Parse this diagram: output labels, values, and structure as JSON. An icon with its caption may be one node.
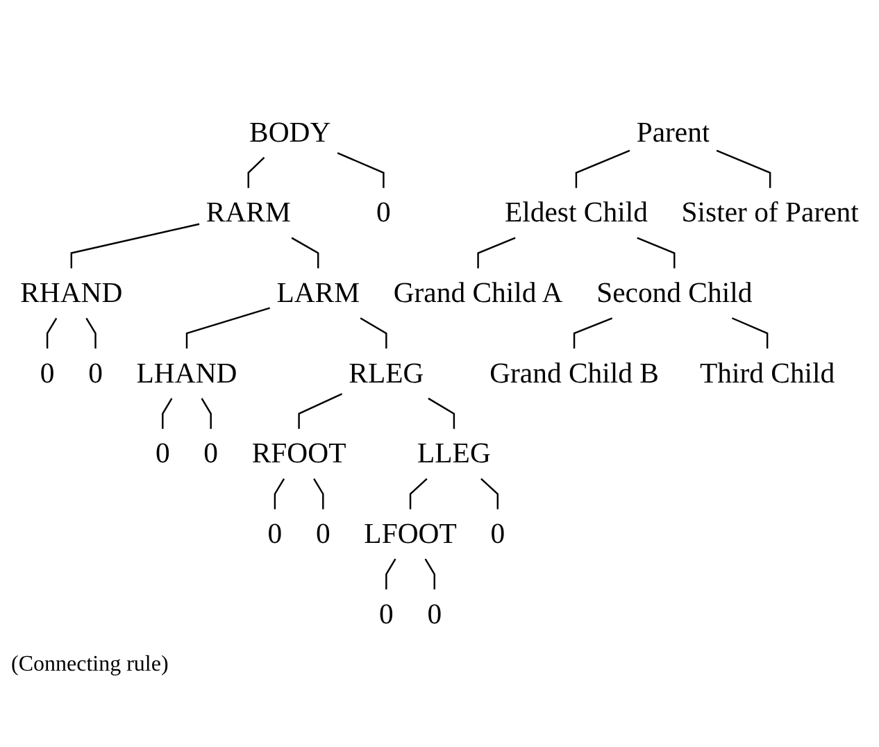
{
  "diagram": {
    "nodes": [
      {
        "text": [
          "BODY"
        ]
      },
      {
        "text": [
          "RARM"
        ]
      },
      {
        "text": [
          "0"
        ]
      },
      {
        "text": [
          "RHAND"
        ]
      },
      {
        "text": [
          "LARM"
        ]
      },
      {
        "text": [
          "0"
        ]
      },
      {
        "text": [
          "0"
        ]
      },
      {
        "text": [
          "LHAND"
        ]
      },
      {
        "text": [
          "RLEG"
        ]
      },
      {
        "text": [
          "0"
        ]
      },
      {
        "text": [
          "0"
        ]
      },
      {
        "text": [
          "RFOOT"
        ]
      },
      {
        "text": [
          "LLEG"
        ]
      },
      {
        "text": [
          "0"
        ]
      },
      {
        "text": [
          "0"
        ]
      },
      {
        "text": [
          "LFOOT"
        ]
      },
      {
        "text": [
          "0"
        ]
      },
      {
        "text": [
          "0"
        ]
      },
      {
        "text": [
          "0"
        ]
      },
      {
        "text": [
          "Parent"
        ]
      },
      {
        "text": [
          "Eldest Child"
        ]
      },
      {
        "text": [
          "Sister of Parent"
        ]
      },
      {
        "text": [
          "Grand Child A"
        ]
      },
      {
        "text": [
          "Second Child"
        ]
      },
      {
        "text": [
          "Grand Child B"
        ]
      },
      {
        "text": [
          "Third Child"
        ]
      }
    ],
    "edges": [
      {
        "from": 0,
        "to": 1,
        "arrow": "none"
      },
      {
        "from": 0,
        "to": 2,
        "arrow": "none"
      },
      {
        "from": 1,
        "to": 3,
        "arrow": "none"
      },
      {
        "from": 1,
        "to": 4,
        "arrow": "none"
      },
      {
        "from": 3,
        "to": 5,
        "arrow": "none"
      },
      {
        "from": 3,
        "to": 6,
        "arrow": "none"
      },
      {
        "from": 4,
        "to": 7,
        "arrow": "none"
      },
      {
        "from": 4,
        "to": 8,
        "arrow": "none"
      },
      {
        "from": 7,
        "to": 9,
        "arrow": "none"
      },
      {
        "from": 7,
        "to": 10,
        "arrow": "none"
      },
      {
        "from": 8,
        "to": 11,
        "arrow": "none"
      },
      {
        "from": 8,
        "to": 12,
        "arrow": "none"
      },
      {
        "from": 11,
        "to": 13,
        "arrow": "none"
      },
      {
        "from": 11,
        "to": 14,
        "arrow": "none"
      },
      {
        "from": 12,
        "to": 15,
        "arrow": "none"
      },
      {
        "from": 12,
        "to": 16,
        "arrow": "none"
      },
      {
        "from": 15,
        "to": 17,
        "arrow": "none"
      },
      {
        "from": 15,
        "to": 18,
        "arrow": "none"
      },
      {
        "from": 19,
        "to": 20,
        "arrow": "none"
      },
      {
        "from": 19,
        "to": 21,
        "arrow": "none"
      },
      {
        "from": 20,
        "to": 22,
        "arrow": "none"
      },
      {
        "from": 20,
        "to": 23,
        "arrow": "none"
      },
      {
        "from": 23,
        "to": 24,
        "arrow": "none"
      },
      {
        "from": 23,
        "to": 25,
        "arrow": "none"
      }
    ],
    "labels": [
      "(Connecting rule)"
    ]
  }
}
